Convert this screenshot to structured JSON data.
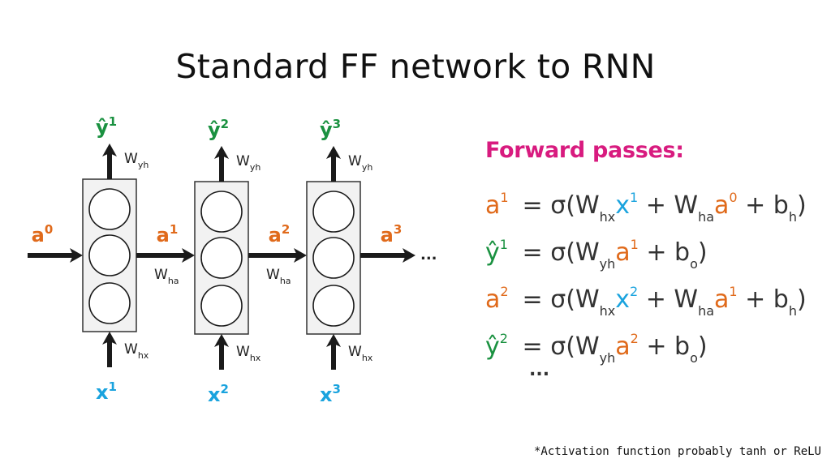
{
  "title": "Standard FF network to RNN",
  "colors": {
    "activation": "#e06a1b",
    "input": "#1aa3de",
    "output": "#1a9140",
    "heading": "#d81b7f",
    "box_fill": "#f2f2f2"
  },
  "diagram": {
    "initial_state": {
      "base": "a",
      "sup": "0"
    },
    "trailing_ellipsis": "...",
    "weights": {
      "output": {
        "base": "W",
        "sub": "yh"
      },
      "hidden": {
        "base": "W",
        "sub": "ha"
      },
      "input": {
        "base": "W",
        "sub": "hx"
      }
    },
    "steps": [
      {
        "output": {
          "base": "ŷ",
          "sup": "1"
        },
        "state": {
          "base": "a",
          "sup": "1"
        },
        "input": {
          "base": "x",
          "sup": "1"
        },
        "neurons": 3
      },
      {
        "output": {
          "base": "ŷ",
          "sup": "2"
        },
        "state": {
          "base": "a",
          "sup": "2"
        },
        "input": {
          "base": "x",
          "sup": "2"
        },
        "neurons": 3
      },
      {
        "output": {
          "base": "ŷ",
          "sup": "3"
        },
        "state": {
          "base": "a",
          "sup": "3"
        },
        "input": {
          "base": "x",
          "sup": "3"
        },
        "neurons": 3
      }
    ]
  },
  "forward_passes": {
    "heading": "Forward passes:",
    "equations": [
      {
        "lhs": "a",
        "lhs_sup": "1",
        "rhs_text": "= σ(W_hx x¹ + W_ha a⁰ + b_h)",
        "terms": {
          "eq": "= σ(",
          "w1": "W",
          "w1_sub": "hx",
          "v1": "x",
          "v1_sup": "1",
          "plus1": " + ",
          "w2": "W",
          "w2_sub": "ha",
          "v2": "a",
          "v2_sup": "0",
          "plus2": " + b",
          "b_sub": "h",
          "close": ")"
        }
      },
      {
        "lhs": "ŷ",
        "lhs_sup": "1",
        "rhs_text": "= σ(W_yh a¹ + b_o)",
        "terms": {
          "eq": "= σ(",
          "w1": "W",
          "w1_sub": "yh",
          "v1": "a",
          "v1_sup": "1",
          "plus2": " + b",
          "b_sub": "o",
          "close": ")"
        }
      },
      {
        "lhs": "a",
        "lhs_sup": "2",
        "rhs_text": "= σ(W_hx x² + W_ha a¹ + b_h)",
        "terms": {
          "eq": "= σ(",
          "w1": "W",
          "w1_sub": "hx",
          "v1": "x",
          "v1_sup": "2",
          "plus1": " + ",
          "w2": "W",
          "w2_sub": "ha",
          "v2": "a",
          "v2_sup": "1",
          "plus2": " + b",
          "b_sub": "h",
          "close": ")"
        }
      },
      {
        "lhs": "ŷ",
        "lhs_sup": "2",
        "rhs_text": "= σ(W_yh a² + b_o)",
        "terms": {
          "eq": "= σ(",
          "w1": "W",
          "w1_sub": "yh",
          "v1": "a",
          "v1_sup": "2",
          "plus2": " + b",
          "b_sub": "o",
          "close": ")"
        }
      }
    ],
    "continuation": "..."
  },
  "footnote": "*Activation function probably tanh or ReLU"
}
